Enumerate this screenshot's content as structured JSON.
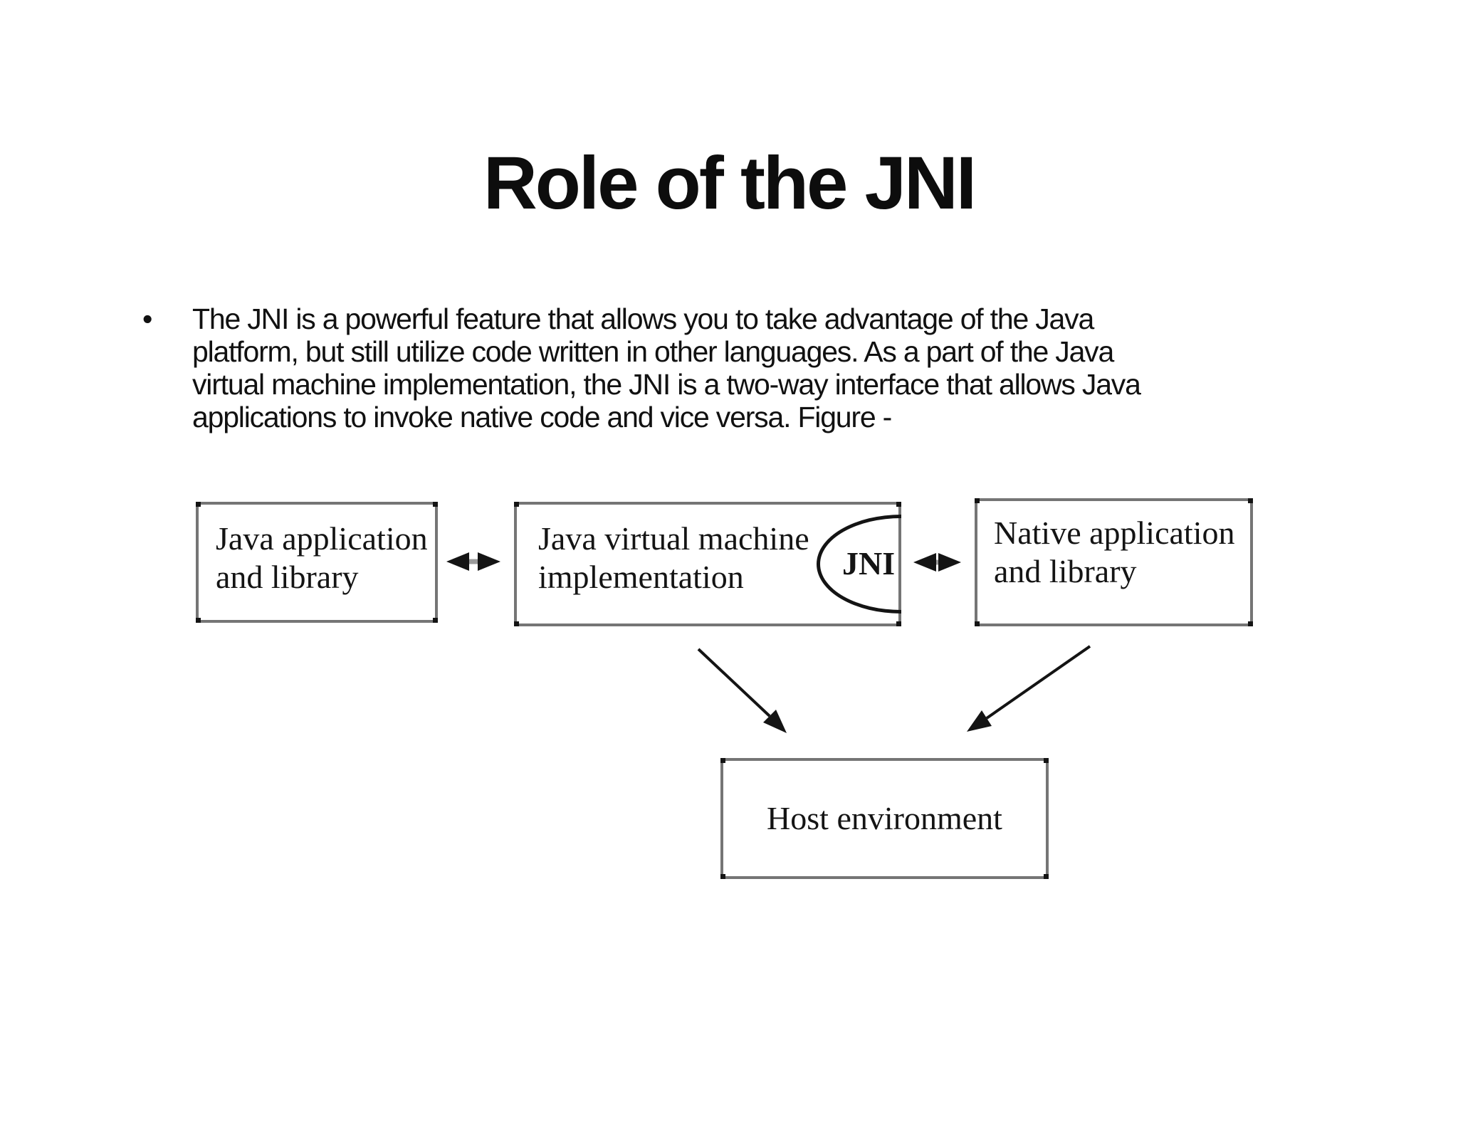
{
  "slide": {
    "title": "Role of the JNI",
    "bullet_char": "•",
    "body_lines": [
      "The JNI is a powerful feature that allows you to take advantage of the Java",
      "platform, but still utilize code written in other languages. As a part of the Java",
      "virtual machine implementation, the JNI is a two-way interface that allows Java",
      "applications to invoke native code and vice versa. Figure  -"
    ]
  },
  "diagram": {
    "java_app_box": {
      "line1": "Java application",
      "line2": "and library"
    },
    "jvm_box": {
      "line1": "Java virtual machine",
      "line2": "implementation"
    },
    "jni_label": "JNI",
    "native_box": {
      "line1": "Native application",
      "line2": "and library"
    },
    "host_box": {
      "label": "Host environment"
    },
    "colors": {
      "background": "#ffffff",
      "box_border": "#757575",
      "ink": "#141414",
      "arrow_shaft": "#9a9a9a"
    }
  }
}
